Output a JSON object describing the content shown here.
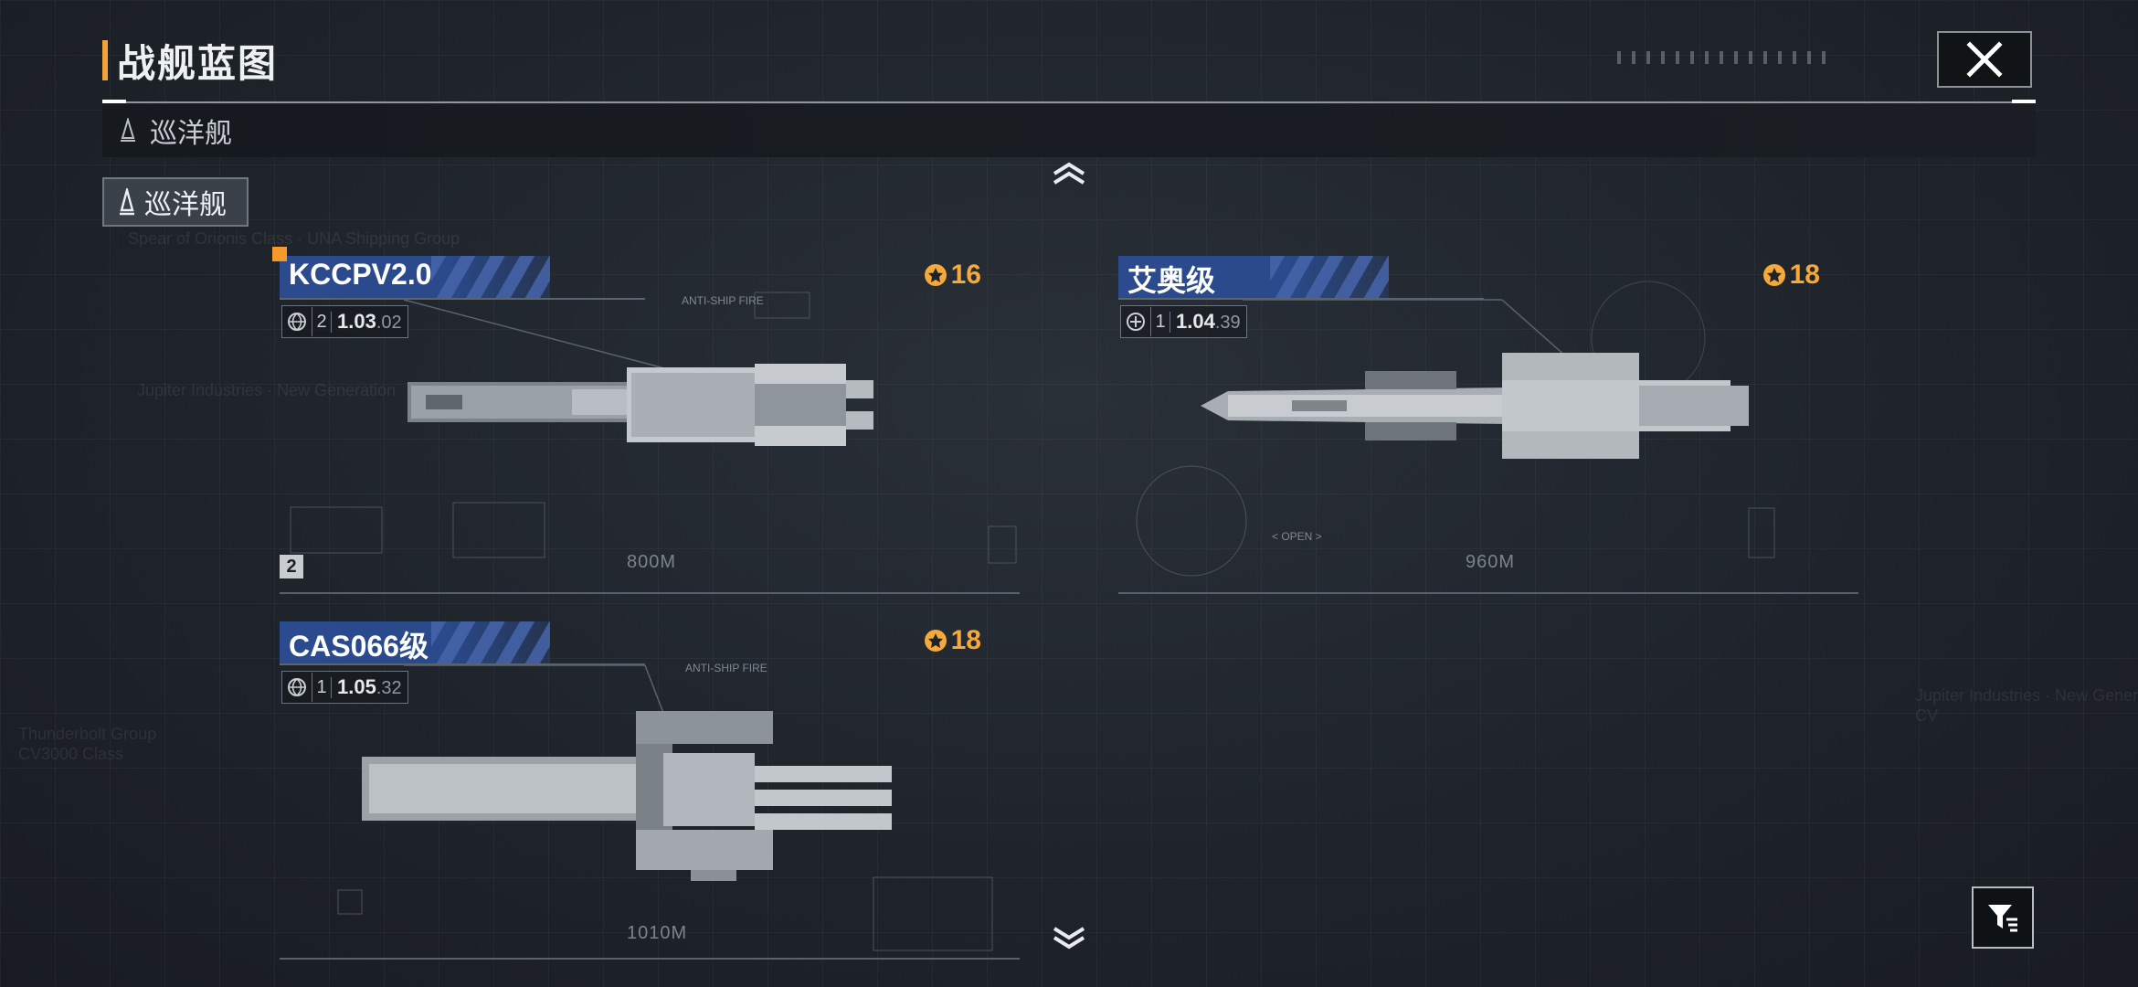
{
  "header": {
    "title": "战舰蓝图",
    "accent_color": "#f0a43a",
    "close_icon": "close-icon"
  },
  "category_bar": {
    "label": "巡洋舰",
    "icon": "cruiser-icon"
  },
  "section_tab": {
    "label": "巡洋舰",
    "icon": "cruiser-icon"
  },
  "background_text": [
    "Spear of Orionis Class · UNA Shipping Group",
    "Jupiter Industries · New Generation",
    "Thunderbolt Group\nCV3000 Class",
    "Jupiter Industries · New Generation\nCV"
  ],
  "cards": [
    {
      "name": "KCCPV2.0",
      "cost": "16",
      "tier": "2",
      "version_main": "1.03",
      "version_sub": ".02",
      "length": "800M",
      "slot_badge": "2",
      "hull_label": "ANTI-SHIP FIRE",
      "selected": true
    },
    {
      "name": "艾奥级",
      "cost": "18",
      "tier": "1",
      "version_main": "1.04",
      "version_sub": ".39",
      "length": "960M",
      "hull_label": "< OPEN >"
    },
    {
      "name": "CAS066级",
      "cost": "18",
      "tier": "1",
      "version_main": "1.05",
      "version_sub": ".32",
      "length": "1010M",
      "hull_label": "ANTI-SHIP FIRE"
    }
  ],
  "colors": {
    "cost": "#f4a93a",
    "card_header": "#2c4a8e",
    "selected_marker": "#f59a2a"
  }
}
